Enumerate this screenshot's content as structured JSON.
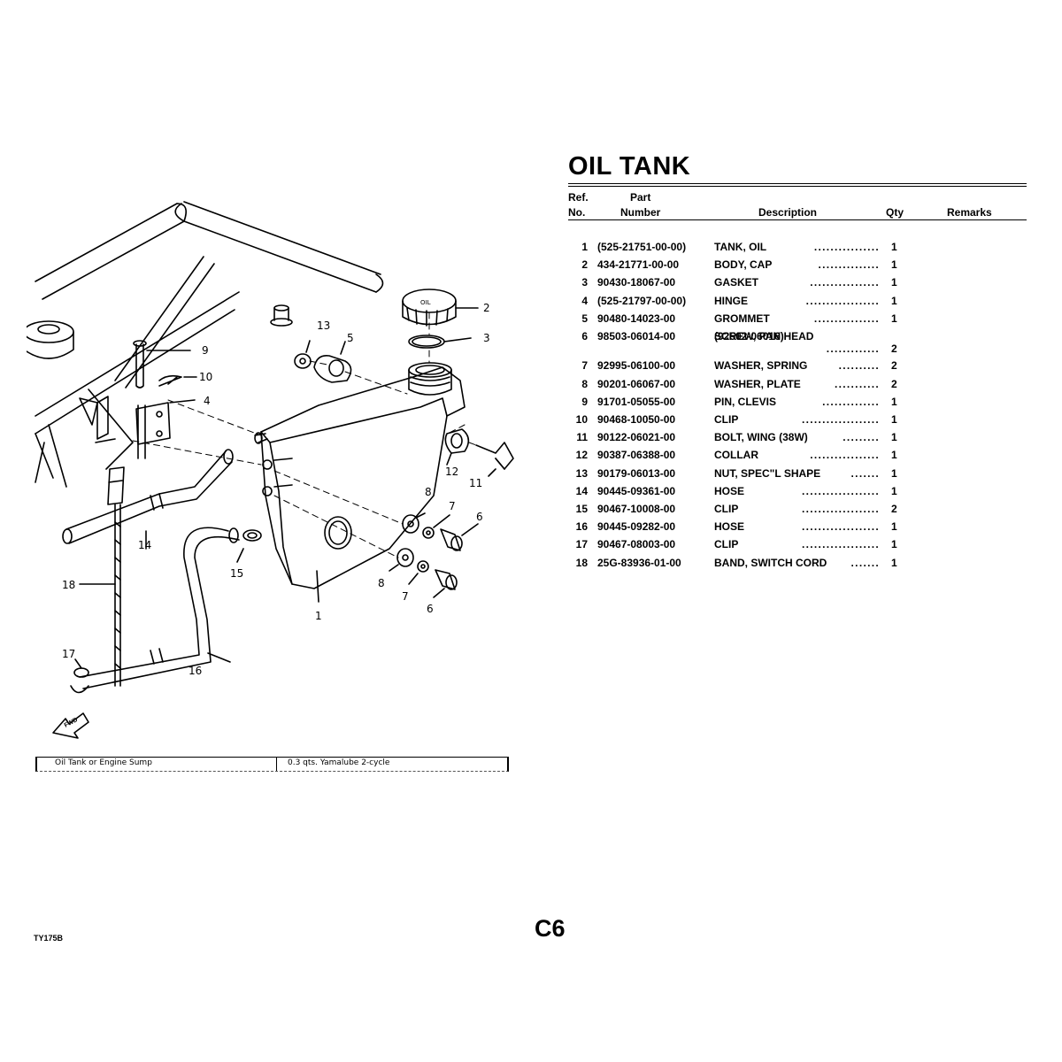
{
  "title": "OIL TANK",
  "table": {
    "headers": {
      "ref_top": "Ref.",
      "ref_bottom": "No.",
      "part_top": "Part",
      "part_bottom": "Number",
      "description": "Description",
      "qty": "Qty",
      "remarks": "Remarks"
    },
    "rows": [
      {
        "ref": "1",
        "part": "(525-21751-00-00)",
        "desc": "TANK, OIL",
        "lead": "................",
        "qty": "1"
      },
      {
        "ref": "2",
        "part": "434-21771-00-00",
        "desc": "BODY, CAP",
        "lead": "...............",
        "qty": "1"
      },
      {
        "ref": "3",
        "part": "90430-18067-00",
        "desc": "GASKET",
        "lead": ".................",
        "qty": "1"
      },
      {
        "ref": "4",
        "part": "(525-21797-00-00)",
        "desc": "HINGE",
        "lead": "..................",
        "qty": "1"
      },
      {
        "ref": "5",
        "part": "90480-14023-00",
        "desc": "GROMMET",
        "lead": "................",
        "qty": "1"
      },
      {
        "ref": "6",
        "part": "98503-06014-00",
        "desc": "SCREW, PAN HEAD",
        "sub": "(92502-06016)",
        "lead": ".............",
        "qty": "2"
      },
      {
        "ref": "7",
        "part": "92995-06100-00",
        "desc": "WASHER, SPRING",
        "lead": "..........",
        "qty": "2"
      },
      {
        "ref": "8",
        "part": "90201-06067-00",
        "desc": "WASHER, PLATE",
        "lead": "...........",
        "qty": "2"
      },
      {
        "ref": "9",
        "part": "91701-05055-00",
        "desc": "PIN, CLEVIS",
        "lead": "..............",
        "qty": "1"
      },
      {
        "ref": "10",
        "part": "90468-10050-00",
        "desc": "CLIP",
        "lead": "...................",
        "qty": "1"
      },
      {
        "ref": "11",
        "part": "90122-06021-00",
        "desc": "BOLT, WING (38W)",
        "lead": ".........",
        "qty": "1"
      },
      {
        "ref": "12",
        "part": "90387-06388-00",
        "desc": "COLLAR",
        "lead": ".................",
        "qty": "1"
      },
      {
        "ref": "13",
        "part": "90179-06013-00",
        "desc": "NUT, SPEC\"L SHAPE",
        "lead": ".......",
        "qty": "1"
      },
      {
        "ref": "14",
        "part": "90445-09361-00",
        "desc": "HOSE",
        "lead": "...................",
        "qty": "1"
      },
      {
        "ref": "15",
        "part": "90467-10008-00",
        "desc": "CLIP",
        "lead": "...................",
        "qty": "2"
      },
      {
        "ref": "16",
        "part": "90445-09282-00",
        "desc": "HOSE",
        "lead": "...................",
        "qty": "1"
      },
      {
        "ref": "17",
        "part": "90467-08003-00",
        "desc": "CLIP",
        "lead": "...................",
        "qty": "1"
      },
      {
        "ref": "18",
        "part": "25G-83936-01-00",
        "desc": "BAND, SWITCH CORD",
        "lead": ".......",
        "qty": "1"
      }
    ]
  },
  "diagram": {
    "labels": [
      "1",
      "2",
      "3",
      "4",
      "5",
      "6",
      "6",
      "7",
      "7",
      "8",
      "8",
      "9",
      "10",
      "11",
      "12",
      "13",
      "14",
      "15",
      "16",
      "17",
      "18"
    ],
    "fwd_label": "FWD",
    "cap_text": "OIL",
    "capacity": {
      "item": "Oil Tank or Engine Sump",
      "value": "0.3 qts. Yamalube 2-cycle"
    }
  },
  "footer": {
    "model_code": "TY175B",
    "page_code": "C6"
  }
}
